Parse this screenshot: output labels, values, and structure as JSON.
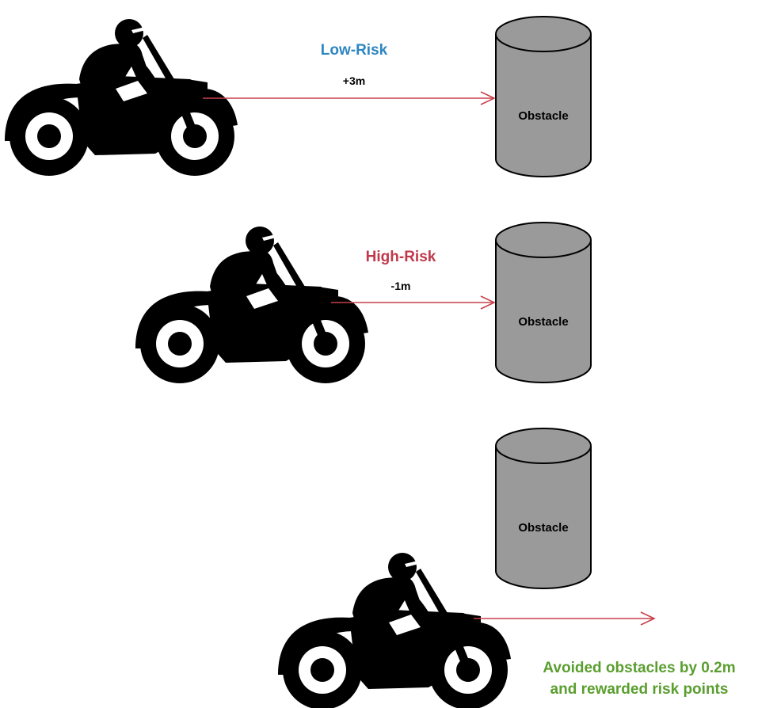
{
  "colors": {
    "arrow": "#c8414b",
    "obstacle_fill": "#9a9a9a",
    "obstacle_stroke": "#000000",
    "bike": "#000000",
    "low_risk": "#2e86c1",
    "high_risk": "#c0394b",
    "result": "#5a9e2f",
    "text": "#000000"
  },
  "scenarios": [
    {
      "risk_label": "Low-Risk",
      "distance_label": "+3m",
      "obstacle_label": "Obstacle"
    },
    {
      "risk_label": "High-Risk",
      "distance_label": "-1m",
      "obstacle_label": "Obstacle"
    },
    {
      "obstacle_label": "Obstacle",
      "result_line1": "Avoided obstacles by 0.2m",
      "result_line2": "and rewarded risk points"
    }
  ]
}
